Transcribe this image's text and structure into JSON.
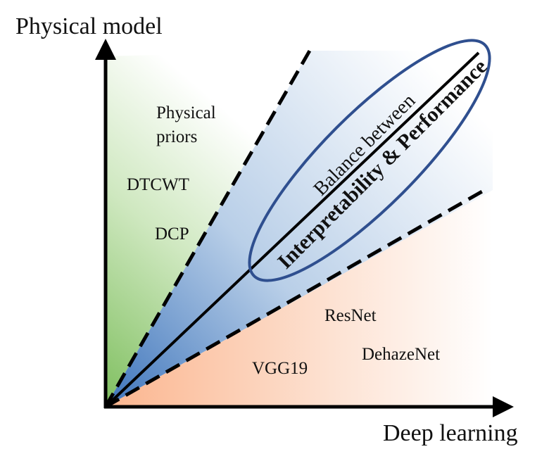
{
  "axes": {
    "y_title": "Physical model",
    "x_title": "Deep learning"
  },
  "regions": {
    "physical": {
      "items": [
        "Physical",
        "priors",
        "DTCWT",
        "DCP"
      ],
      "color": "#8fc473"
    },
    "deep": {
      "items": [
        "ResNet",
        "DehazeNet",
        "VGG19"
      ],
      "color": "#fbc3a6"
    },
    "balance": {
      "line1": "Balance between",
      "line2": "Interpretability & Performance",
      "cone_color": "#4f86c6",
      "ellipse_color": "#2f4f8f"
    }
  }
}
